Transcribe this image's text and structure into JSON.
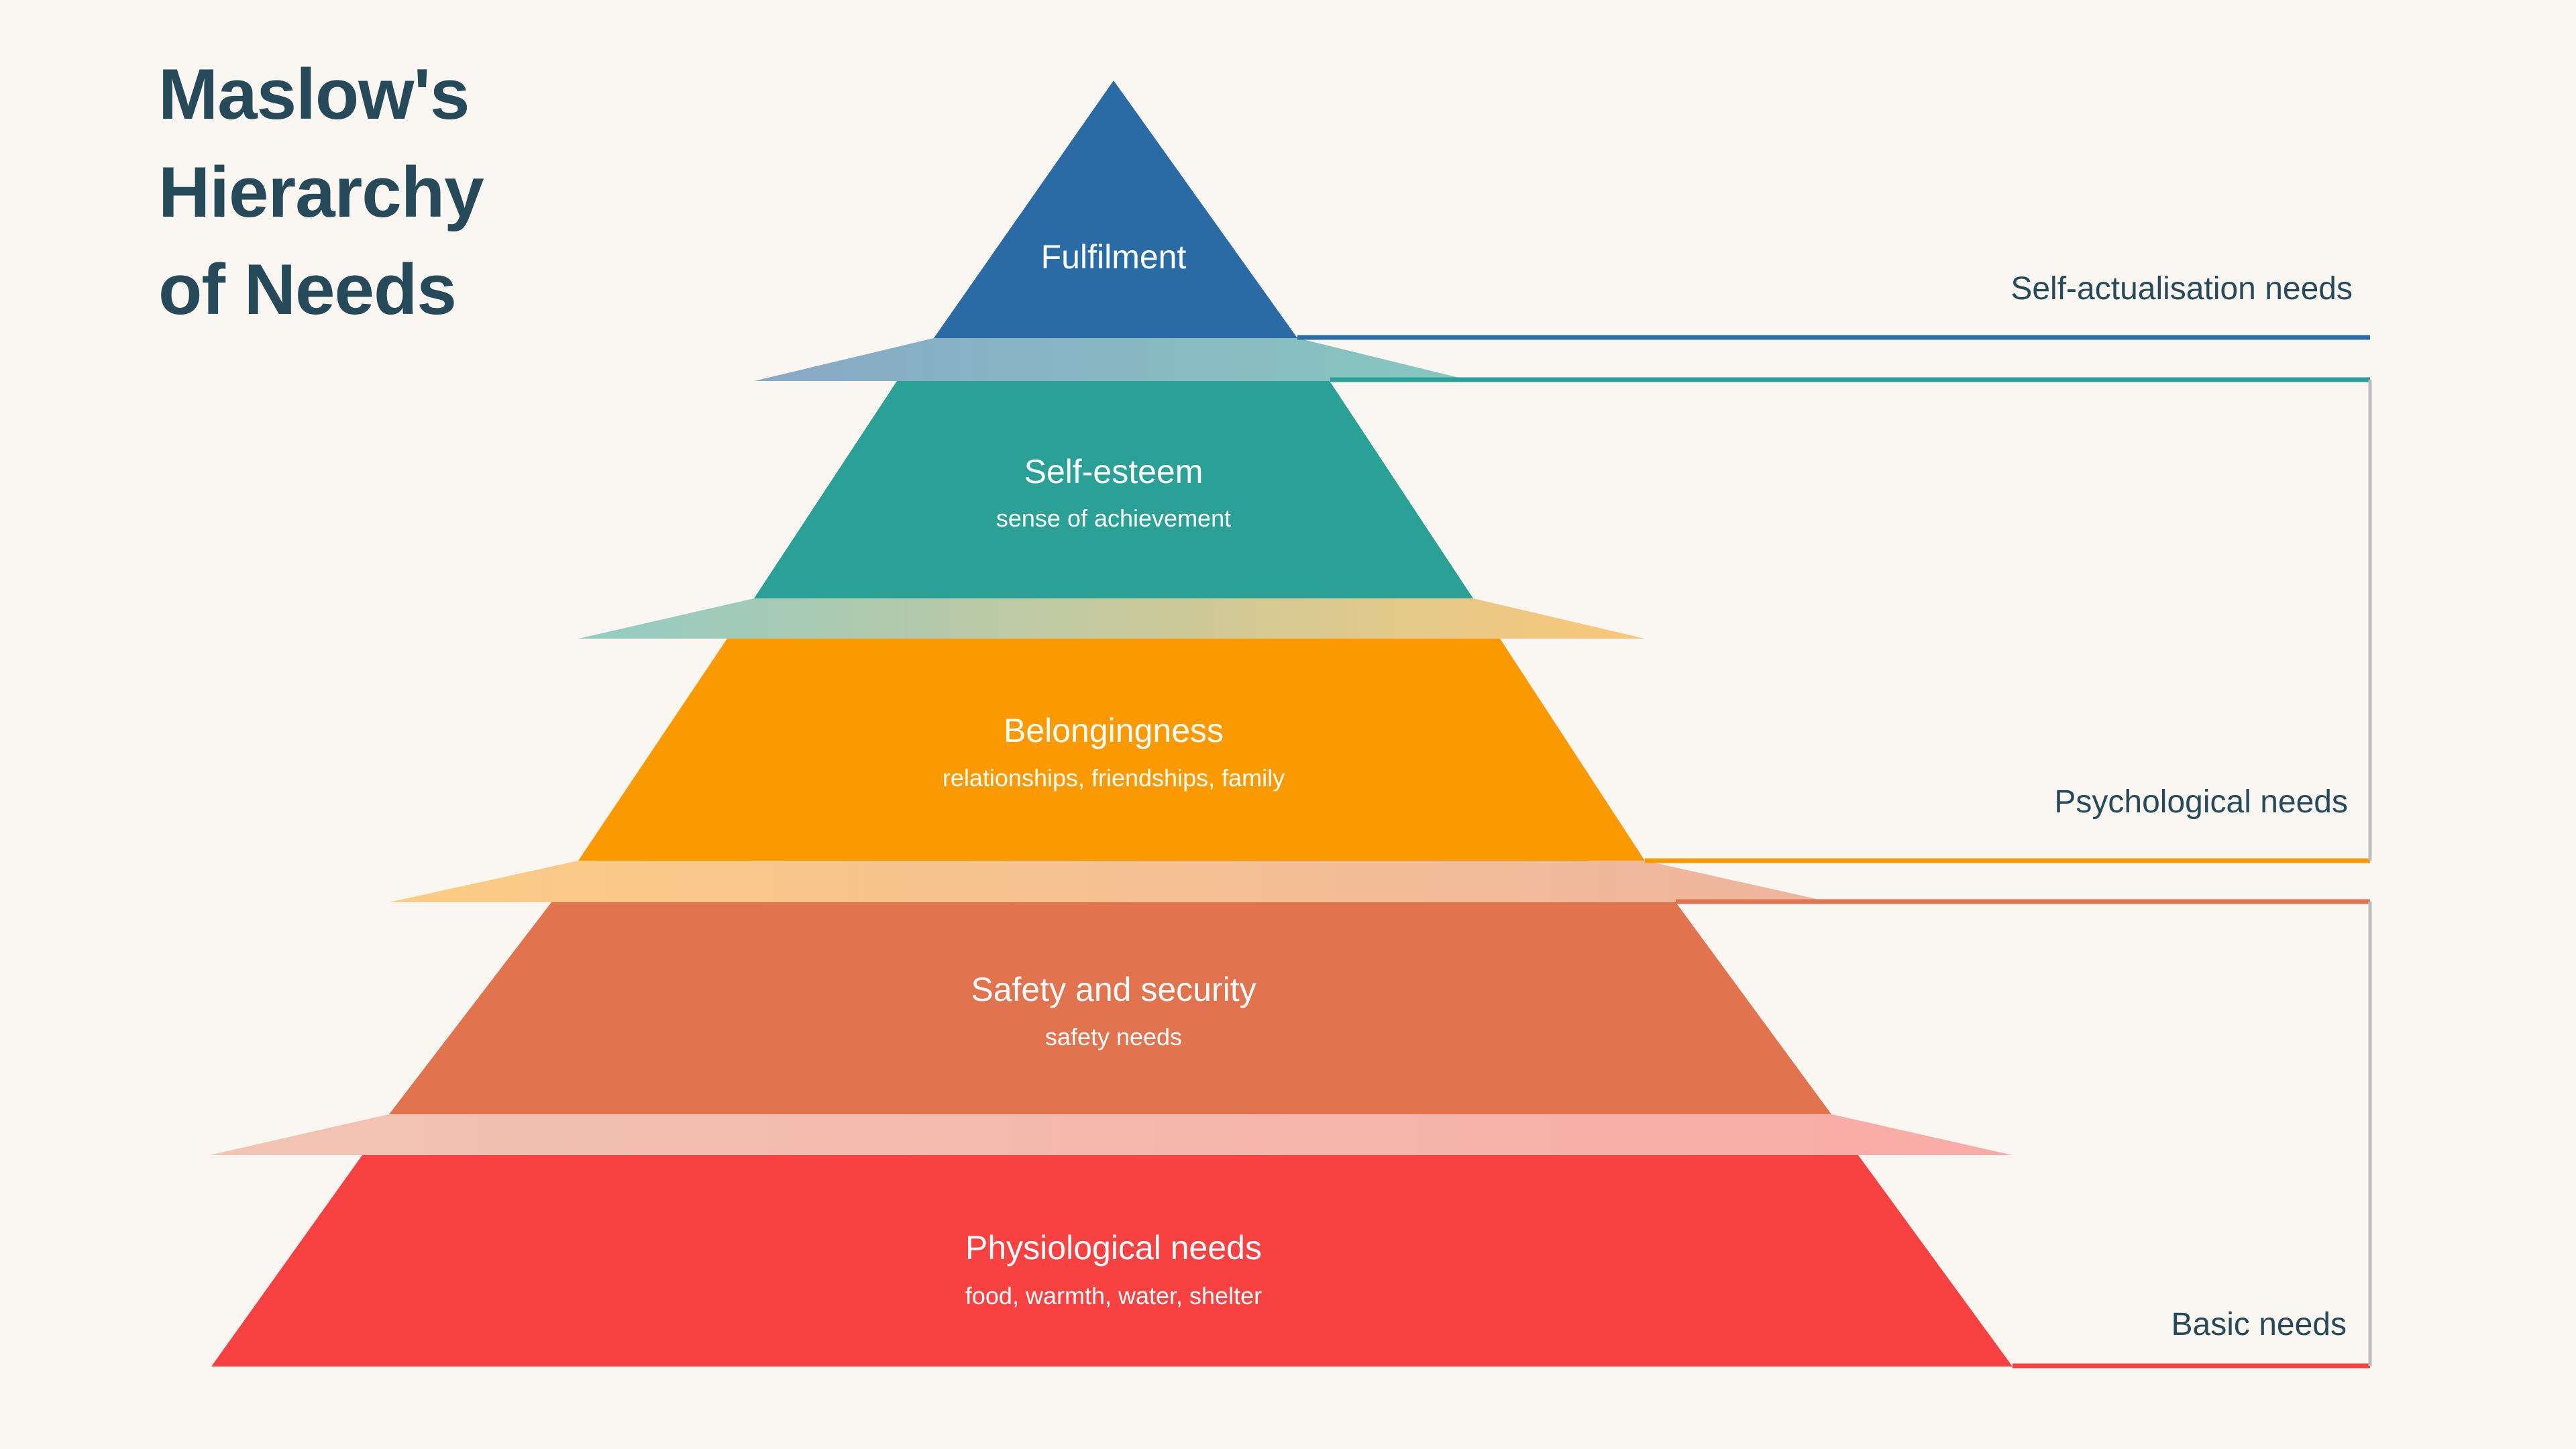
{
  "title": "Maslow's\nHierarchy\nof Needs",
  "colors": {
    "background": "#faf6f1",
    "title_text": "#274A5B",
    "tier_text": "#ffffff",
    "bracket": "#bdbdbd",
    "fulfilment": "#2A6AA5",
    "self_esteem": "#2BA096",
    "belongingness": "#FB9A00",
    "safety": "#E2734F",
    "physiological": "#F84242"
  },
  "tiers": [
    {
      "id": "fulfilment",
      "label": "Fulfilment",
      "sublabel": "",
      "color": "#2A6AA5"
    },
    {
      "id": "self-esteem",
      "label": "Self-esteem",
      "sublabel": "sense of achievement",
      "color": "#2BA096"
    },
    {
      "id": "belongingness",
      "label": "Belongingness",
      "sublabel": "relationships, friendships, family",
      "color": "#FB9A00"
    },
    {
      "id": "safety-and-security",
      "label": "Safety and security",
      "sublabel": "safety needs",
      "color": "#E2734F"
    },
    {
      "id": "physiological-needs",
      "label": "Physiological needs",
      "sublabel": "food, warmth, water, shelter",
      "color": "#F84242"
    }
  ],
  "groups": [
    {
      "id": "self-actualisation",
      "label": "Self-actualisation needs",
      "rule_color": "#2A6AA5"
    },
    {
      "id": "psychological",
      "label": "Psychological needs",
      "rule_color": "#FB9A00"
    },
    {
      "id": "basic",
      "label": "Basic needs",
      "rule_color": "#F84242"
    }
  ],
  "rules": [
    {
      "id": "rule-fulfilment",
      "color": "#2A6AA5"
    },
    {
      "id": "rule-self-esteem",
      "color": "#2BA096"
    },
    {
      "id": "rule-belongingness",
      "color": "#FB9A00"
    },
    {
      "id": "rule-safety",
      "color": "#E2734F"
    },
    {
      "id": "rule-physiological",
      "color": "#F84242"
    }
  ]
}
